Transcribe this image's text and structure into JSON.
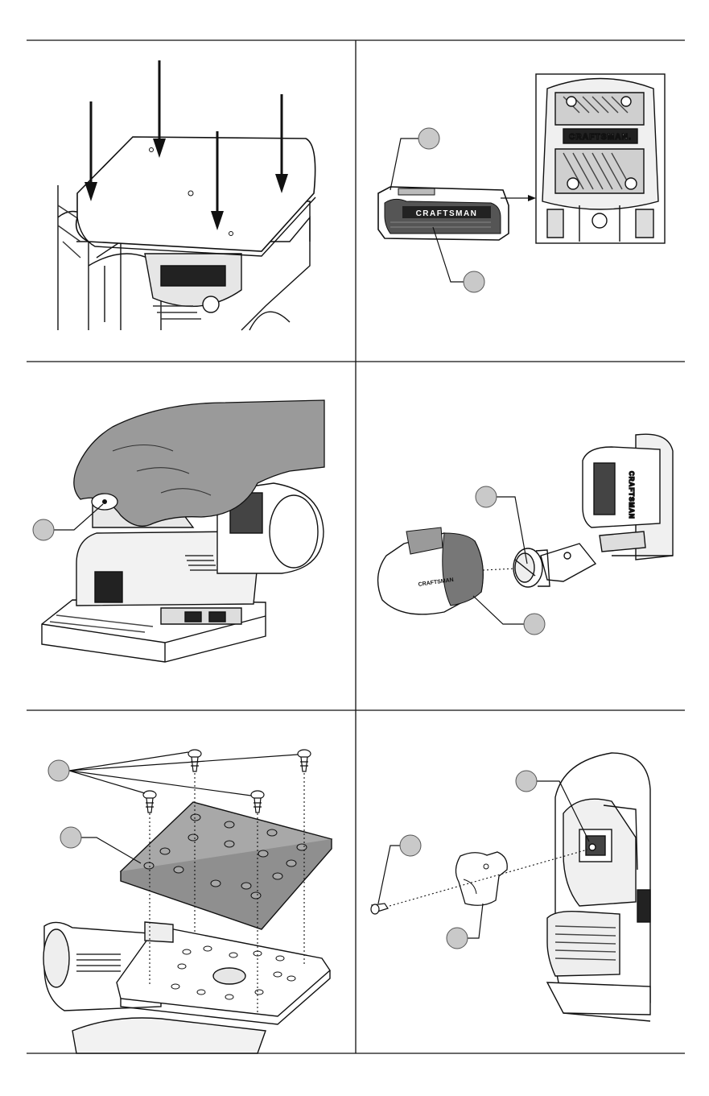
{
  "brand": {
    "name": "CRAFTSMAN",
    "name_with_dot": "CRAFTSMAN."
  },
  "panels": [
    {
      "id": "fig-a",
      "position": "top-left",
      "subject": "pad-installation-arrows"
    },
    {
      "id": "fig-b",
      "position": "top-right",
      "subject": "battery-pack-insertion"
    },
    {
      "id": "fig-c",
      "position": "middle-left",
      "subject": "hand-on-sander-switch"
    },
    {
      "id": "fig-d",
      "position": "middle-right",
      "subject": "dust-bag-attachment"
    },
    {
      "id": "fig-e",
      "position": "bottom-left",
      "subject": "sanding-pad-screws"
    },
    {
      "id": "fig-f",
      "position": "bottom-right",
      "subject": "dust-port-adapter-screw"
    }
  ],
  "callouts": [
    {
      "panel": "fig-b",
      "text": ""
    },
    {
      "panel": "fig-b",
      "text": ""
    },
    {
      "panel": "fig-c",
      "text": ""
    },
    {
      "panel": "fig-d",
      "text": ""
    },
    {
      "panel": "fig-d",
      "text": ""
    },
    {
      "panel": "fig-e",
      "text": ""
    },
    {
      "panel": "fig-e",
      "text": ""
    },
    {
      "panel": "fig-f",
      "text": ""
    },
    {
      "panel": "fig-f",
      "text": ""
    },
    {
      "panel": "fig-f",
      "text": ""
    }
  ],
  "colors": {
    "ink": "#111111",
    "callout_fill": "#c9c9c9",
    "hand_fill": "#9a9a9a",
    "pad_fill": "#a8a8a8",
    "paper": "#ffffff"
  }
}
